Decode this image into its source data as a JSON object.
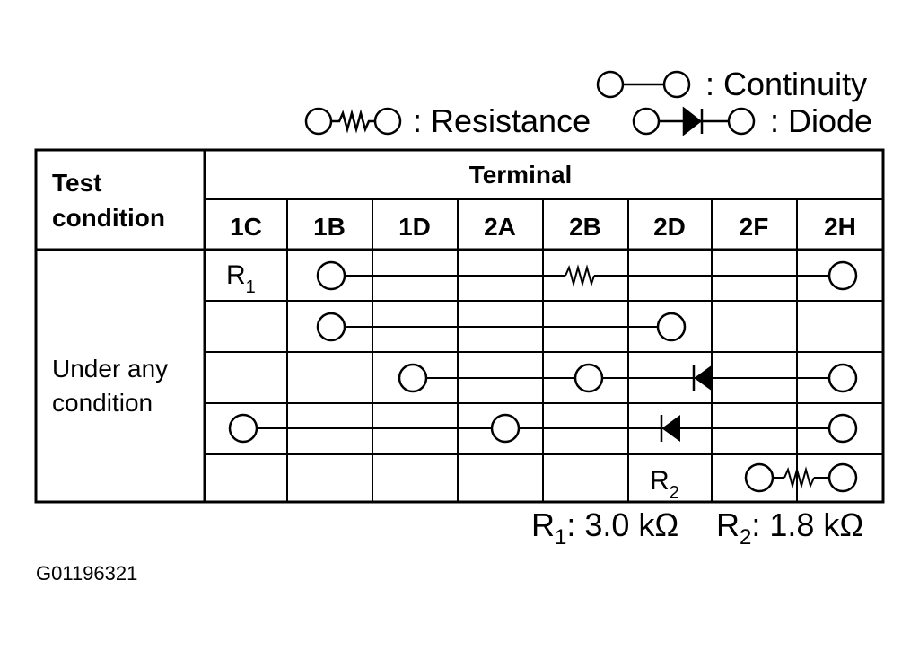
{
  "legend": {
    "continuity": ": Continuity",
    "resistance": ": Resistance",
    "diode": ": Diode"
  },
  "table": {
    "test_condition_header": [
      "Test",
      "condition"
    ],
    "terminal_header": "Terminal",
    "terminals": [
      "1C",
      "1B",
      "1D",
      "2A",
      "2B",
      "2D",
      "2F",
      "2H"
    ],
    "condition": [
      "Under any",
      "condition"
    ]
  },
  "resistor_labels": {
    "r1": {
      "main": "R",
      "sub": "1"
    },
    "r2": {
      "main": "R",
      "sub": "2"
    }
  },
  "values": {
    "r1_prefix": "R",
    "r1_sub": "1",
    "r1_value": ": 3.0 kΩ",
    "r2_prefix": "R",
    "r2_sub": "2",
    "r2_value": ": 1.8 kΩ"
  },
  "figure_code": "G01196321"
}
